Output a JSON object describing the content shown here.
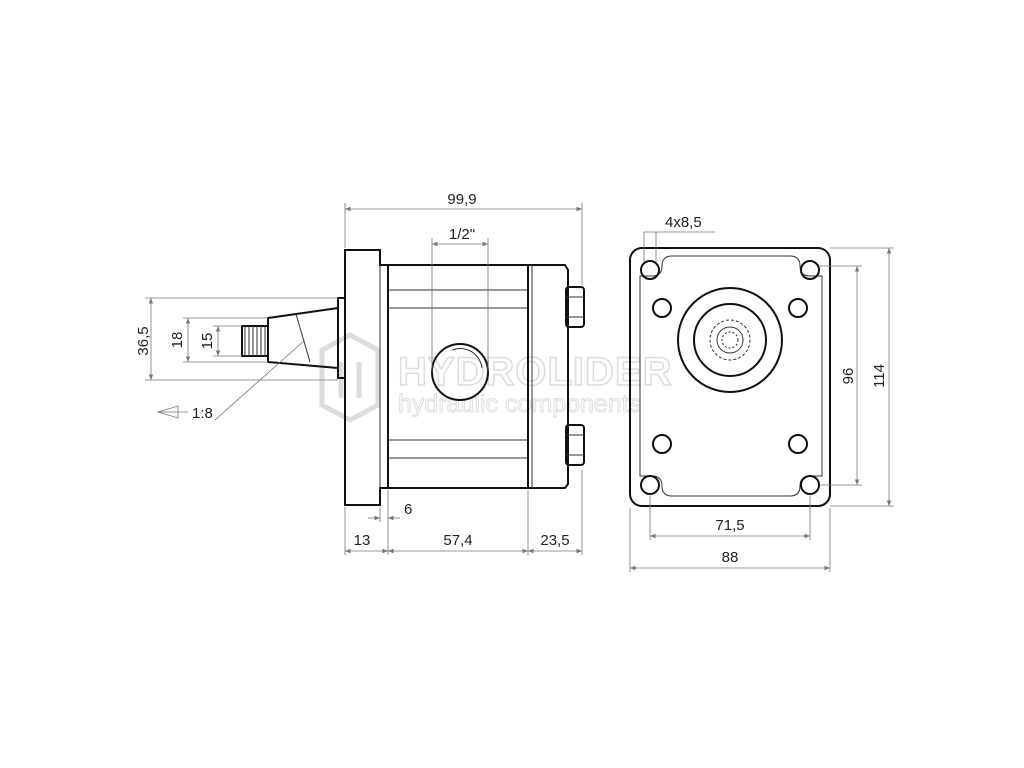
{
  "watermark": {
    "brand": "HYDROLIDER",
    "tagline": "hydraulic components"
  },
  "side_view": {
    "overall_length": "99,9",
    "port_size": "1/2\"",
    "height_outer": "36,5",
    "height_18": "18",
    "height_15": "15",
    "taper": "1:8",
    "len_flange": "13",
    "len_6": "6",
    "len_body": "57,4",
    "len_cover": "23,5"
  },
  "front_view": {
    "holes": "4x8,5",
    "width_holes": "71,5",
    "width_total": "88",
    "height_holes": "96",
    "height_total": "114"
  },
  "colors": {
    "line": "#111111",
    "dimension": "#777777",
    "watermark": "#dcdcdc"
  }
}
